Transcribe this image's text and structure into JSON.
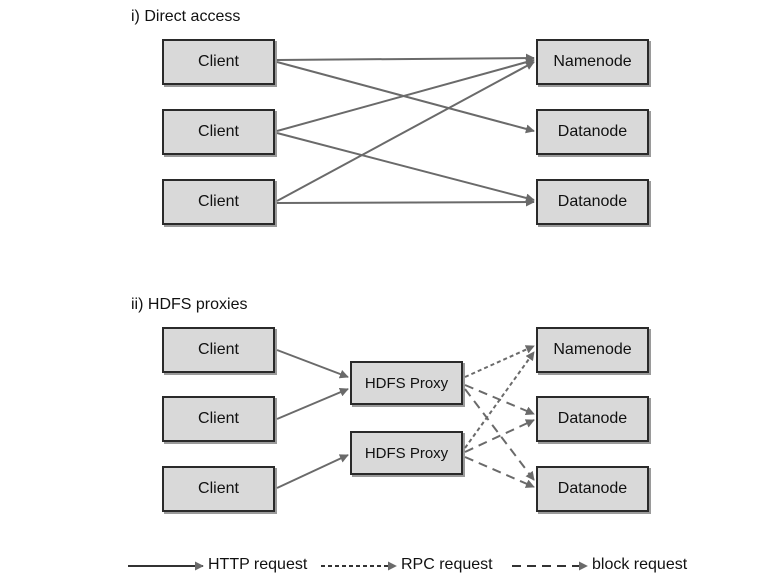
{
  "sections": {
    "direct": {
      "title": "i) Direct access",
      "clients": [
        "Client",
        "Client",
        "Client"
      ],
      "namenode": "Namenode",
      "datanodes": [
        "Datanode",
        "Datanode"
      ]
    },
    "proxies": {
      "title": "ii) HDFS proxies",
      "clients": [
        "Client",
        "Client",
        "Client"
      ],
      "proxies": [
        "HDFS Proxy",
        "HDFS Proxy"
      ],
      "namenode": "Namenode",
      "datanodes": [
        "Datanode",
        "Datanode"
      ]
    }
  },
  "legend": {
    "http": "HTTP request",
    "rpc": "RPC request",
    "block": "block request"
  },
  "colors": {
    "box_fill": "#d9d9d9",
    "box_border": "#2a2a2a",
    "line": "#6a6a6a"
  }
}
